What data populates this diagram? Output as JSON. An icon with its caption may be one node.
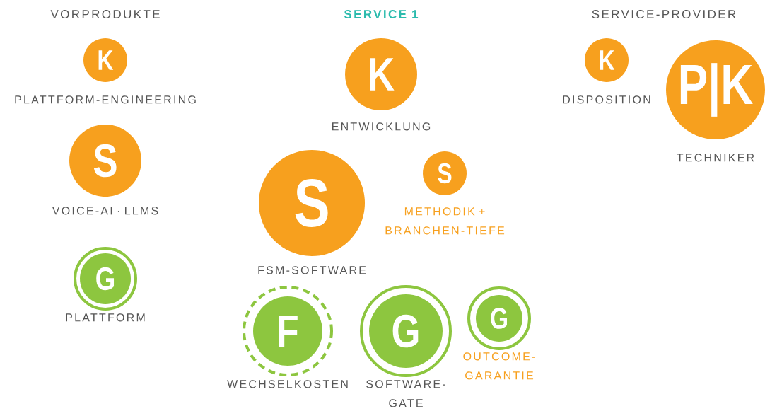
{
  "diagram": {
    "labels": [
      "VORPRODUKTE",
      "SERVICE 1",
      "SERVICE-PROVIDER"
    ],
    "nodes": [
      {
        "text": [
          "K"
        ],
        "beside": [
          "PLATTFORM-ENGINEERING"
        ]
      },
      {
        "text": [
          "S"
        ],
        "beside": [
          "VOICE-AI · LLMS"
        ]
      },
      {
        "text": [
          "G"
        ],
        "beside": [
          "PLATTFORM"
        ]
      },
      {
        "text": [
          "K"
        ],
        "beside": [
          "ENTWICKLUNG"
        ]
      },
      {
        "text": [
          "S"
        ],
        "beside": [
          "FSM-SOFTWARE"
        ]
      },
      {
        "text": [
          "S"
        ],
        "beside": [
          "METHODIK + BRANCHEN-TIEFE"
        ]
      },
      {
        "text": [
          "F"
        ],
        "beside": [
          "WECHSELKOSTEN"
        ]
      },
      {
        "text": [
          "G"
        ],
        "beside": [
          "SOFTWARE-GATE"
        ]
      },
      {
        "text": [
          "G"
        ],
        "beside": [
          "OUTCOME-GARANTIE"
        ]
      },
      {
        "text": [
          "K"
        ],
        "beside": [
          "DISPOSITION"
        ]
      },
      {
        "text": [
          "P|K"
        ],
        "beside": [
          "TECHNIKER"
        ]
      }
    ]
  }
}
